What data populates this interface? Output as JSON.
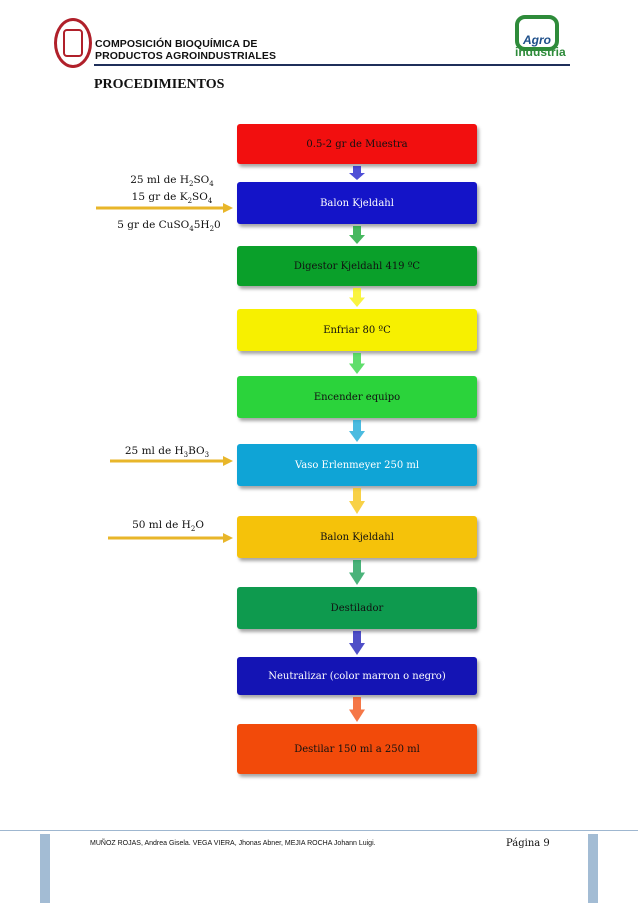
{
  "header": {
    "title_line1": "COMPOSICIÓN BIOQUÍMICA DE",
    "title_line2": "PRODUCTOS AGROINDUSTRIALES",
    "logo_text_top": "Agro",
    "logo_text_bottom": "industria"
  },
  "section_title": "PROCEDIMIENTOS",
  "flow": [
    {
      "label": "0.5-2 gr de Muestra",
      "color": "#f20f0f",
      "text_color": "#111111"
    },
    {
      "label": "Balon Kjeldahl",
      "color": "#1414c8",
      "text_color": "#ffffff"
    },
    {
      "label": "Digestor Kjeldahl 419 ºC",
      "color": "#0aa02a",
      "text_color": "#111111"
    },
    {
      "label": "Enfriar 80 ºC",
      "color": "#f7f000",
      "text_color": "#111111"
    },
    {
      "label": "Encender equipo",
      "color": "#2bd33b",
      "text_color": "#111111"
    },
    {
      "label": "Vaso Erlenmeyer 250 ml",
      "color": "#0fa4d6",
      "text_color": "#ffffff"
    },
    {
      "label": "Balon Kjeldahl",
      "color": "#f5c20a",
      "text_color": "#111111"
    },
    {
      "label": "Destilador",
      "color": "#0e9a4e",
      "text_color": "#111111"
    },
    {
      "label": "Neutralizar (color marron o negro)",
      "color": "#1414b4",
      "text_color": "#ffffff"
    },
    {
      "label": "Destilar 150 ml a 250 ml",
      "color": "#f24a0a",
      "text_color": "#111111"
    }
  ],
  "inputs": {
    "a_line1_pre": "25 ml de H",
    "a_line1_s1": "2",
    "a_line1_mid": "SO",
    "a_line1_s2": "4",
    "a_line2_pre": "15 gr de K",
    "a_line2_s1": "2",
    "a_line2_mid": "SO",
    "a_line2_s2": "4",
    "a_line3_pre": "5 gr de CuSO",
    "a_line3_s1": "4",
    "a_line3_mid": "5H",
    "a_line3_s2": "2",
    "a_line3_post": "0",
    "b_pre": "25 ml de H",
    "b_s1": "3",
    "b_mid": "BO",
    "b_s2": "3",
    "c_pre": "50 ml de H",
    "c_s1": "2",
    "c_post": "O"
  },
  "footer": {
    "names": "MUÑOZ ROJAS, Andrea Gisela. VEGA VIERA, Jhonas Abner, MEJIA ROCHA Johann Luigi.",
    "page": "Página 9"
  }
}
